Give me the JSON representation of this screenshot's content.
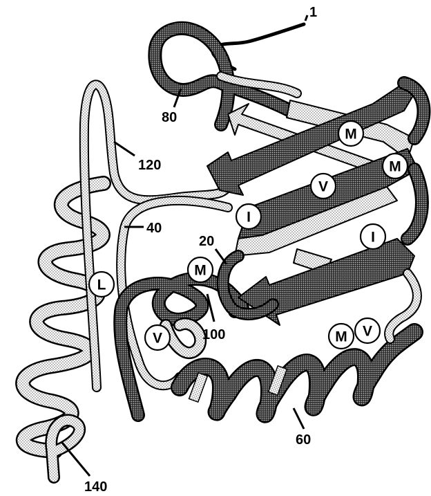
{
  "numbers": {
    "n1": "1",
    "n20": "20",
    "n40": "40",
    "n60": "60",
    "n80": "80",
    "n100": "100",
    "n120": "120",
    "n140": "140"
  },
  "residues": {
    "m_top": "M",
    "m_right": "M",
    "v_upper": "V",
    "i_left": "I",
    "i_right": "I",
    "m_center": "M",
    "l_left": "L",
    "v_lower": "V",
    "m_bottom": "M",
    "v_bottom": "V"
  }
}
